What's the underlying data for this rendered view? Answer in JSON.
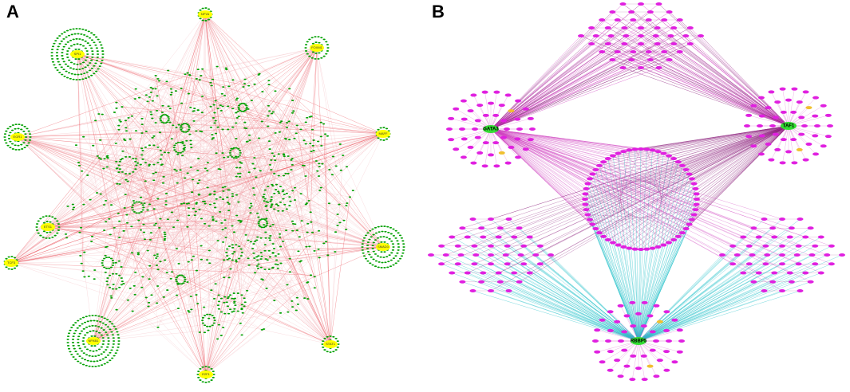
{
  "panels": [
    {
      "letter": "A",
      "hubs": [
        {
          "label": "SPI1"
        },
        {
          "label": "NFYA"
        },
        {
          "label": "FOXM1"
        },
        {
          "label": "EGR1"
        },
        {
          "label": "MAFF"
        },
        {
          "label": "ETS1"
        },
        {
          "label": "TCF3"
        },
        {
          "label": "SMAD3"
        },
        {
          "label": "NFKB1"
        },
        {
          "label": "STAT1"
        },
        {
          "label": "E2F1"
        }
      ]
    },
    {
      "letter": "B",
      "hubs": [
        {
          "label": "GATA3"
        },
        {
          "label": "TAF1"
        },
        {
          "label": "RBBP5"
        }
      ]
    }
  ],
  "colors": {
    "hub_node_a": "#ffff00",
    "leaf_node_a": "#00a000",
    "edge_a_strong": "#e8353f",
    "edge_a_light": "#f2b7bd",
    "hub_node_b": "#33dd33",
    "leaf_node_b": "#e020e0",
    "small_node_b": "#f0c030",
    "edge_b_purple": "#8a1a7a",
    "edge_b_magenta": "#d040c0",
    "edge_b_cyan": "#20c0c8"
  }
}
